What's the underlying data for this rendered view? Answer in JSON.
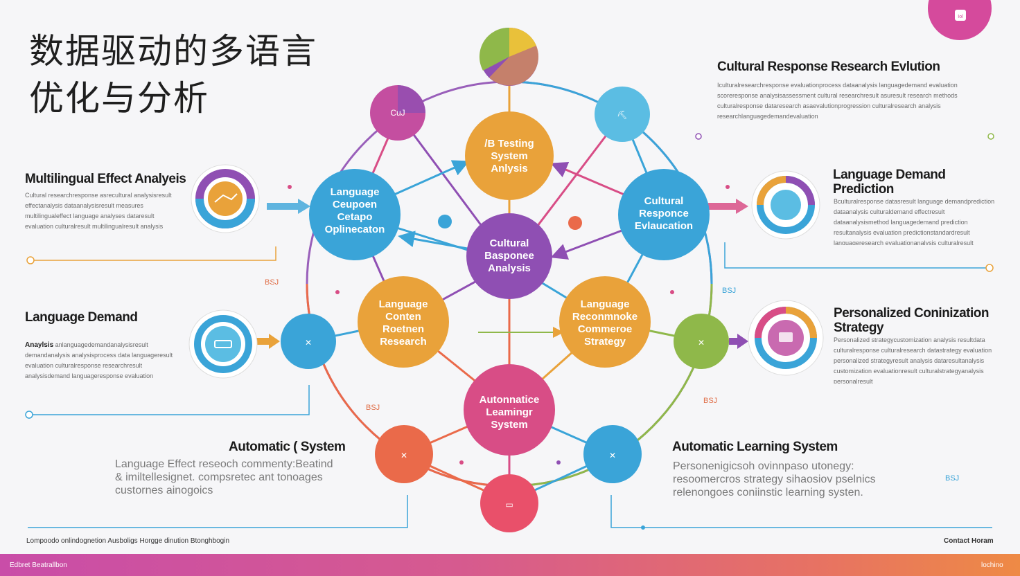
{
  "title": "数据驱动的多语言\n优化与分析",
  "sections": {
    "cultural_research": {
      "heading": "Cultural Response Research Evlution",
      "body": "Iculturalresearchresponse evaluationprocess dataanalysis languagedemand evaluation scoreresponse analysisassessment cultural researchresult asuresult research methods culturalresponse dataresearch asaevalutionprogression culturalresearch analysis researchlanguagedemandevaluation"
    },
    "multilingual": {
      "heading": "Multilingual Effect Analyeis",
      "body": "Cultural researchresponse asrecultural analysisresult effectanalysis dataanalysisresult measures multilingualeffect language analyses dataresult evaluation culturalresult multilingualresult analysis evaluation languageresponseevaluation"
    },
    "demand_prediction": {
      "heading": "Language Demand Prediction",
      "body": "Bculturalresponse datasresult language demandprediction dataanalysis culturaldemand effectresult dataanalysismethod languagedemand prediction resultanalysis evaluation predictionstandardresult languageresearch evaluationanalysis culturalresult predictionmethod analysisevaluation response"
    },
    "language_demand": {
      "heading": "Language Demand",
      "label": "Anaylsis",
      "body": "anlanguagedemandanalysisresult demandanalysis analysisprocess data languageresult evaluation culturalresponse researchresult analysisdemand languageresponse evaluation demandresult"
    },
    "personalized": {
      "heading": "Personalized Coninization Strategy",
      "body": "Personalized strategycustomization analysis resultdata culturalresponse culturalresearch datastrategy evaluation personalized strategyresult analysis dataresultanalysis customization evaluationresult culturalstrategyanalysis personalresult"
    },
    "automatic": {
      "heading": "Automatic ( System",
      "body": "Language Effect reseoch commenty:Beatind\n& imiltellesignet. compsretec ant tonoages\ncustornes ainogoics"
    },
    "auto_learning": {
      "heading": "Automatic Learning System",
      "body": "Personenigicsoh ovinnpaso utonegy:\nresoomercros strategy sihaosiov pselnics\nrelenongoes coniinstic learning systen."
    }
  },
  "nodes": {
    "ab_testing": "/B Testing\nSystem\nAnlysis",
    "language_content": "Language\nCeupoen\nCetapo\nOplinecaton",
    "cultural_eval": "Cultural\nResponce\nEvlaucation",
    "cultural_analysis": "Cultural\nBasponee\nAnalysis",
    "language_research": "Language\nConten\nRoetnen\nResearch",
    "language_recommend": "Language\nReconmnoke\nCommeroe\nStrategy",
    "auto_learning": "Autonnatice\nLeamingr\nSystem"
  },
  "small_icons": {
    "tl": "CuJ",
    "tr": "⛏",
    "ml": "✕",
    "mr": "✕",
    "bl": "✕",
    "br": "✕",
    "bottom": "▭"
  },
  "marks": [
    "BSJ",
    "BSJ",
    "BSJ",
    "BSJ",
    "BSJ"
  ],
  "footer": {
    "left": "Lompoodo onlindognetion Ausboligs Horgge dinution Btonghbogin",
    "right": "Contact Horam"
  },
  "bottom_bar": {
    "left": "Edbret Beatrallbon",
    "right": "lochino"
  },
  "top_badge": "Iol",
  "colors": {
    "purple": "#8f4fb3",
    "blue": "#3aa4d8",
    "orange": "#e9a23a",
    "pink": "#d84d86",
    "coral": "#ea6a4a",
    "green": "#8fb84a"
  }
}
